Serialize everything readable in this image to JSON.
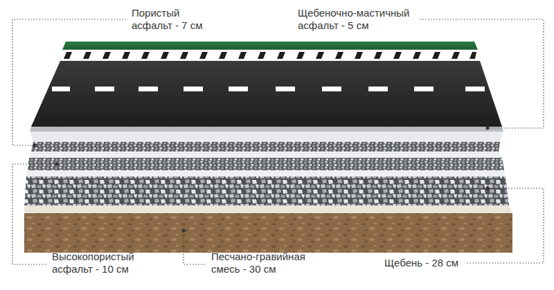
{
  "diagram": {
    "labels": [
      "Пористый асфальт - 7 см",
      "Щебеночно-мастичный асфальт - 5 см",
      "Высокопористый асфальт - 10 см",
      "Песчано-гравийная смесь - 30 см",
      "Щебень - 28 см"
    ]
  }
}
